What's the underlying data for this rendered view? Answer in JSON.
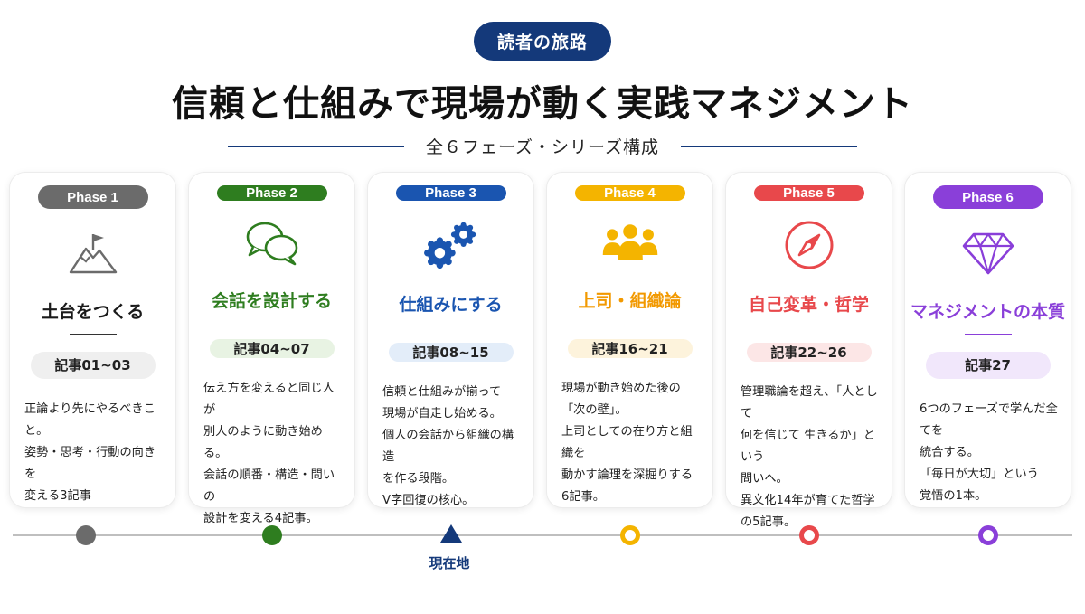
{
  "header": {
    "tag": "読者の旅路",
    "title": "信頼と仕組みで現場が動く実践マネジメント",
    "subtitle": "全６フェーズ・シリーズ構成"
  },
  "phases": [
    {
      "phase": "Phase 1",
      "icon": "mountain-flag-icon",
      "title": "土台をつくる",
      "articles": "記事01~03",
      "description": "正論より先にやるべきこと。\n姿勢・思考・行動の向きを\n変える3記事",
      "color": "#6b6b6b",
      "light": "#efefef",
      "title_color": "#1a1a1a",
      "marker": "filled"
    },
    {
      "phase": "Phase 2",
      "icon": "chat-bubbles-icon",
      "title": "会話を設計する",
      "articles": "記事04~07",
      "description": "伝え方を変えると同じ人が\n別人のように動き始める。\n会話の順番・構造・問いの\n設計を変える4記事。",
      "color": "#2e7d1f",
      "light": "#e8f3e3",
      "title_color": "#2e7d1f",
      "marker": "filled"
    },
    {
      "phase": "Phase 3",
      "icon": "gears-icon",
      "title": "仕組みにする",
      "articles": "記事08~15",
      "description": "信頼と仕組みが揃って\n現場が自走し始める。\n個人の会話から組織の構造\nを作る段階。\nV字回復の核心。",
      "color": "#1a55b0",
      "light": "#e3edf9",
      "title_color": "#1a55b0",
      "marker": "current"
    },
    {
      "phase": "Phase 4",
      "icon": "team-icon",
      "title": "上司・組織論",
      "articles": "記事16~21",
      "description": "現場が動き始めた後の\n「次の壁」。\n上司としての在り方と組織を\n動かす論理を深掘りする\n6記事。",
      "color": "#f4b400",
      "light": "#fdf3dc",
      "title_color": "#f29900",
      "marker": "ring"
    },
    {
      "phase": "Phase 5",
      "icon": "compass-icon",
      "title": "自己変革・哲学",
      "articles": "記事22~26",
      "description": "管理職論を超え、「人として\n何を信じて 生きるか」という\n問いへ。\n異文化14年が育てた哲学\nの5記事。",
      "color": "#e8484b",
      "light": "#fce6e6",
      "title_color": "#e8484b",
      "marker": "ring"
    },
    {
      "phase": "Phase 6",
      "icon": "diamond-icon",
      "title": "マネジメントの本質",
      "articles": "記事27",
      "description": "6つのフェーズで学んだ全てを\n統合する。\n「毎日が大切」という\n覚悟の1本。",
      "color": "#8a3fd9",
      "light": "#f1e7fb",
      "title_color": "#8a3fd9",
      "marker": "ring"
    }
  ],
  "timeline": {
    "current_label": "現在地"
  }
}
